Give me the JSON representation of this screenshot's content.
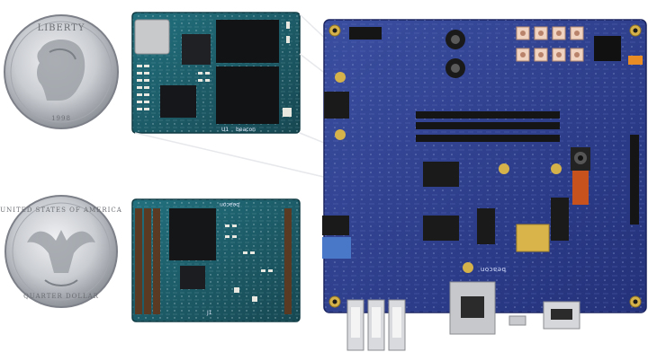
{
  "photo": {
    "coin_top": {
      "legend": "LIBERTY",
      "year": "1998"
    },
    "coin_bottom": {
      "legend": "UNITED STATES OF AMERICA",
      "denomination": "QUARTER DOLLAR"
    },
    "module_top": {
      "brand": "beacon",
      "ref": "U1"
    },
    "module_bottom": {
      "brand": "beacon",
      "ref": "J1"
    },
    "carrier_board": {
      "brand": "beacon"
    }
  },
  "colors": {
    "pcb_blue": "#2e3f8a",
    "module_green": "#1e5a66",
    "coin_silver": "#c9ccd1",
    "gold_pad": "#d8b44a"
  }
}
